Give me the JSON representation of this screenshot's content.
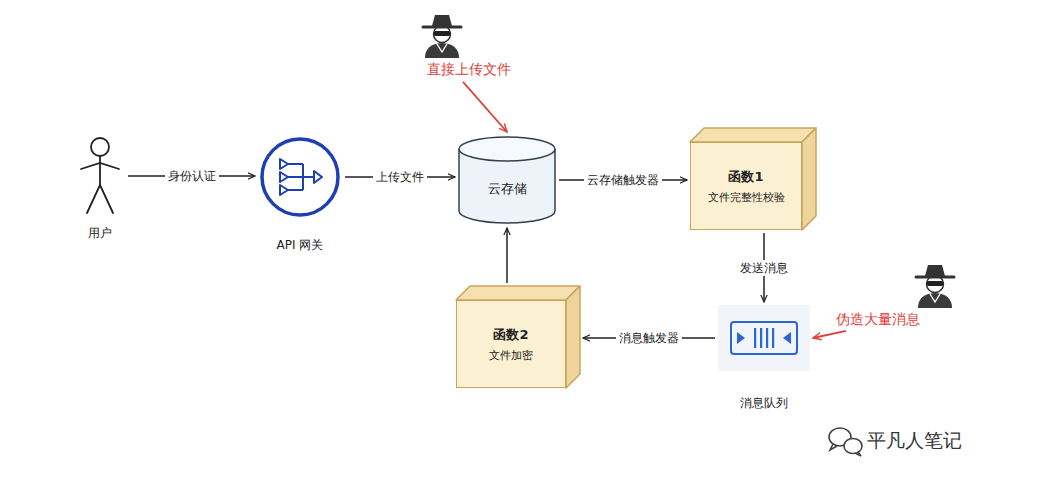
{
  "diagram": {
    "nodes": [
      {
        "text": [
          "用户"
        ]
      },
      {
        "text": [
          "API 网关"
        ]
      },
      {
        "text": [
          "云存储"
        ]
      },
      {
        "text": [
          "函数1",
          "文件完整性校验"
        ]
      },
      {
        "text": [
          "消息队列"
        ]
      },
      {
        "text": [
          "函数2",
          "文件加密"
        ]
      },
      {
        "text": [
          "直接上传文件"
        ]
      },
      {
        "text": [
          "伪造大量消息"
        ]
      }
    ],
    "edges": [
      {
        "from": 0,
        "to": 1,
        "arrow": "to",
        "label": "身份认证"
      },
      {
        "from": 1,
        "to": 2,
        "arrow": "to",
        "label": "上传文件"
      },
      {
        "from": 2,
        "to": 3,
        "arrow": "to",
        "label": "云存储触发器"
      },
      {
        "from": 3,
        "to": 4,
        "arrow": "to",
        "label": "发送消息"
      },
      {
        "from": 4,
        "to": 5,
        "arrow": "to",
        "label": "消息触发器"
      },
      {
        "from": 5,
        "to": 2,
        "arrow": "to"
      },
      {
        "from": 6,
        "to": 2,
        "arrow": "to"
      },
      {
        "from": 7,
        "to": 4,
        "arrow": "to"
      }
    ],
    "labels": [
      "平凡人笔记"
    ]
  }
}
